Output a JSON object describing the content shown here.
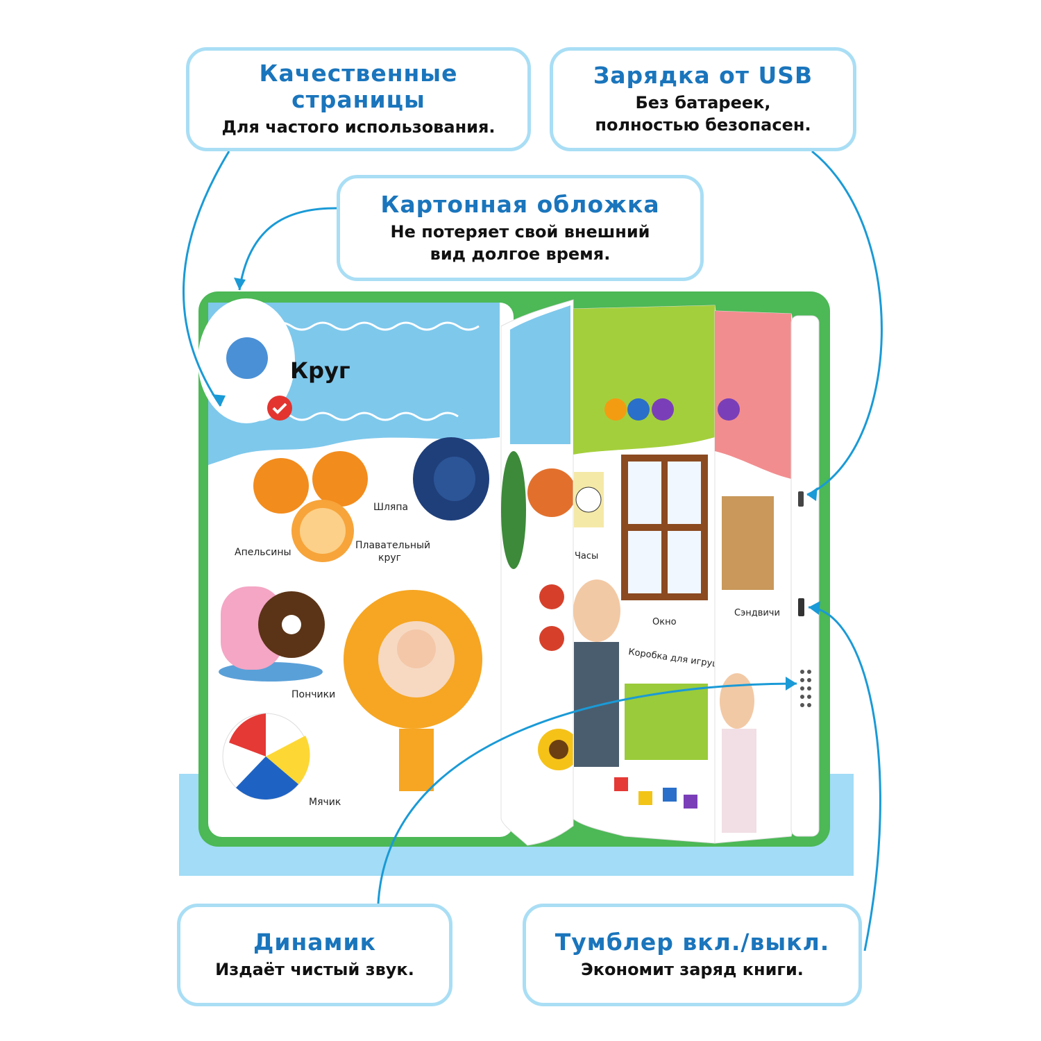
{
  "callouts": {
    "pages": {
      "title": "Качественные\nстраницы",
      "subtitle": "Для частого использования."
    },
    "usb": {
      "title": "Зарядка от USB",
      "subtitle": "Без батареек,\nполностью безопасен."
    },
    "cover": {
      "title": "Картонная обложка",
      "subtitle": "Не потеряет свой внешний\nвид долгое время."
    },
    "speaker": {
      "title": "Динамик",
      "subtitle": "Издаёт чистый звук."
    },
    "switch": {
      "title": "Тумблер вкл./выкл.",
      "subtitle": "Экономит заряд книги."
    }
  },
  "book": {
    "page_title": "Круг",
    "labels": {
      "oranges": "Апельсины",
      "hat": "Шляпа",
      "swim_ring": "Плавательный\nкруг",
      "donuts": "Пончики",
      "ball": "Мячик",
      "clock": "Часы",
      "window": "Окно",
      "toy_box": "Коробка для игрушек",
      "sandwiches": "Сэндвичи"
    }
  },
  "colors": {
    "callout_border": "#a9def5",
    "title_blue": "#1a75bc",
    "book_green": "#4cb856",
    "base_blue": "#a2dcf6"
  }
}
